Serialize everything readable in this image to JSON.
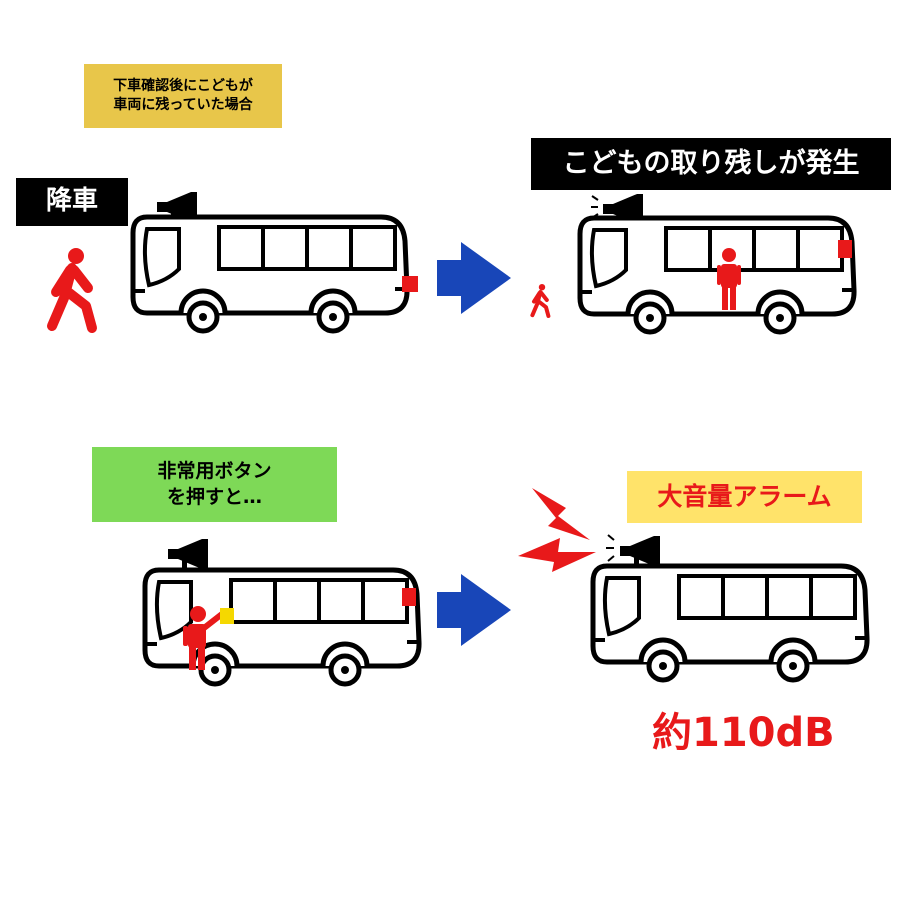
{
  "note_top": "下車確認後にこどもが\n車両に残っていた場合",
  "label_getoff": "降車",
  "label_leftbehind": "こどもの取り残しが発生",
  "note_button": "非常用ボタン\nを押すと…",
  "label_alarm": "大音量アラーム",
  "volume": "約110dB",
  "colors": {
    "red": "#e8191a",
    "arrow_blue": "#1846b8",
    "button_yellow": "#f5d800",
    "note_yellow": "#e8c64a",
    "note_green": "#7ed957",
    "title_yellow": "#ffe36a"
  },
  "icons": [
    "bus-icon",
    "megaphone-icon",
    "walking-child-icon",
    "standing-child-icon",
    "arrow-icon",
    "lightning-icon"
  ]
}
